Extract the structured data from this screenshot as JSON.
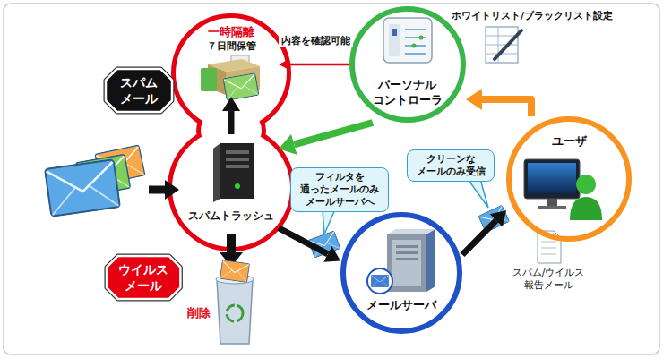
{
  "diagram": {
    "nodes": [
      {
        "text": [
          "一時隔離",
          "７日間保管"
        ]
      },
      {
        "text": [
          "スパムトラッシュ"
        ]
      },
      {
        "text": [
          "スパム メール"
        ]
      },
      {
        "text": [
          "ウイルス メール"
        ]
      },
      {
        "text": [
          "パーソナル コントローラ"
        ]
      },
      {
        "text": [
          "メールサーバ"
        ]
      },
      {
        "text": [
          "ユーザ"
        ]
      }
    ],
    "edges": [
      {
        "from": 1,
        "to": 0,
        "arrow": "to"
      },
      {
        "from": 4,
        "to": 0,
        "label": "内容を確認可能",
        "arrow": "to"
      },
      {
        "from": 4,
        "to": 1,
        "arrow": "to"
      },
      {
        "from": 1,
        "to": 5,
        "label": "フィルタを 通ったメールのみ メールサーバへ",
        "arrow": "to"
      },
      {
        "from": 5,
        "to": 6,
        "label": "クリーンな メールのみ受信",
        "arrow": "to"
      },
      {
        "from": 6,
        "to": 4,
        "arrow": "to"
      }
    ],
    "labels": [
      "ホワイトリスト/ブラックリスト設定",
      "削除",
      "スパム/ウイルス 報告メール"
    ]
  }
}
